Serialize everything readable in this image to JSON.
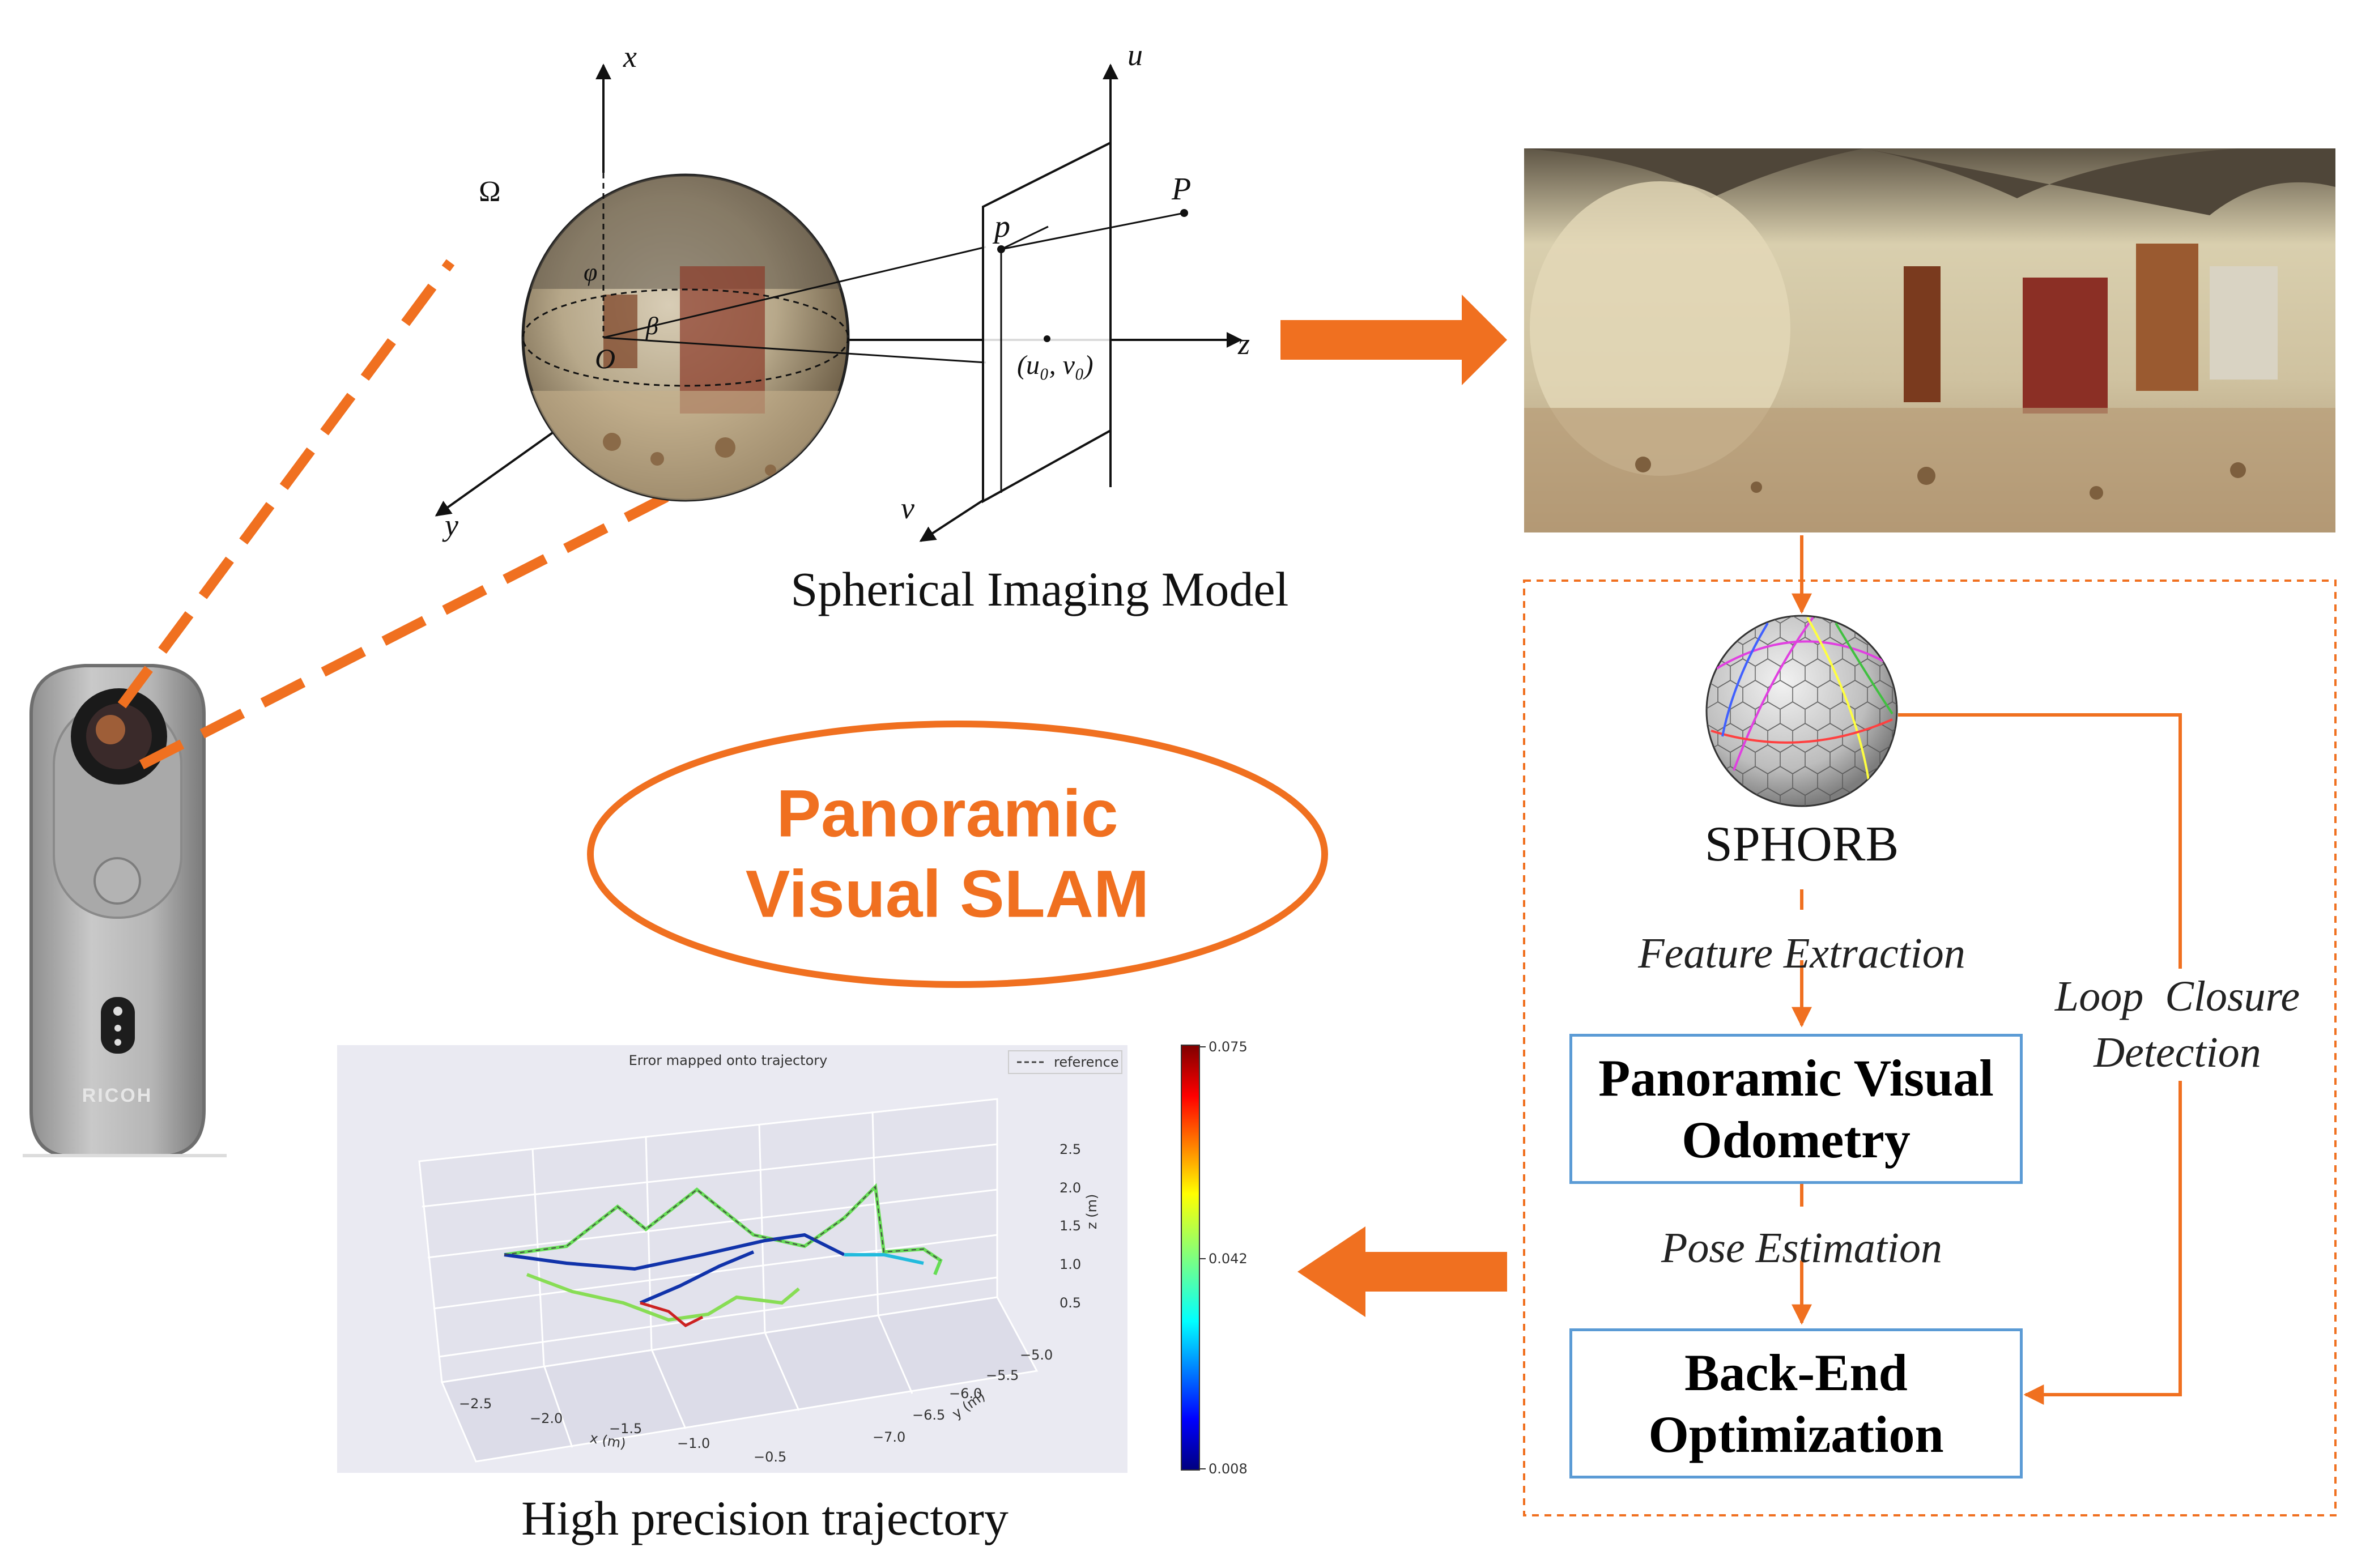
{
  "title": {
    "line1": "Panoramic",
    "line2": "Visual SLAM"
  },
  "camera": {
    "brand": "RICOH",
    "icon": "360-camera-icon"
  },
  "spherical_model": {
    "caption": "Spherical Imaging Model",
    "labels": {
      "x": "x",
      "y": "y",
      "u": "u",
      "v": "v",
      "z": "z",
      "omega": "Ω",
      "O": "O",
      "p": "p",
      "P": "P",
      "center": "(u₀, v₀)",
      "phi": "φ",
      "beta": "β"
    }
  },
  "panorama": {
    "icon": "equirectangular-panorama-image"
  },
  "pipeline": {
    "sphorb_label": "SPHORB",
    "feature_extraction": "Feature Extraction",
    "box1": {
      "line1": "Panoramic Visual",
      "line2": "Odometry"
    },
    "pose_estimation": "Pose Estimation",
    "box2": {
      "line1": "Back-End",
      "line2": "Optimization"
    },
    "loop_closure": {
      "line1": "Loop  Closure",
      "line2": "Detection"
    },
    "sphere_icon": "geodesic-sphere-icon"
  },
  "trajectory_plot": {
    "caption": "High precision trajectory",
    "title": "Error mapped onto trajectory",
    "legend": "reference",
    "x_axis_label": "x (m)",
    "y_axis_label": "y (m)",
    "z_axis_label": "z (m)",
    "x_ticks": [
      "−2.5",
      "−2.0",
      "−1.5",
      "−1.0",
      "−0.5"
    ],
    "y_ticks": [
      "−5.0",
      "−5.5",
      "−6.0",
      "−6.5",
      "−7.0"
    ],
    "z_ticks": [
      "2.5",
      "2.0",
      "1.5",
      "1.0",
      "0.5"
    ],
    "colorbar_ticks": [
      "0.075",
      "0.042",
      "0.008"
    ]
  },
  "colors": {
    "accent": "#f07020",
    "box_border": "#5b9bd5",
    "dashed_border": "#f07020"
  }
}
